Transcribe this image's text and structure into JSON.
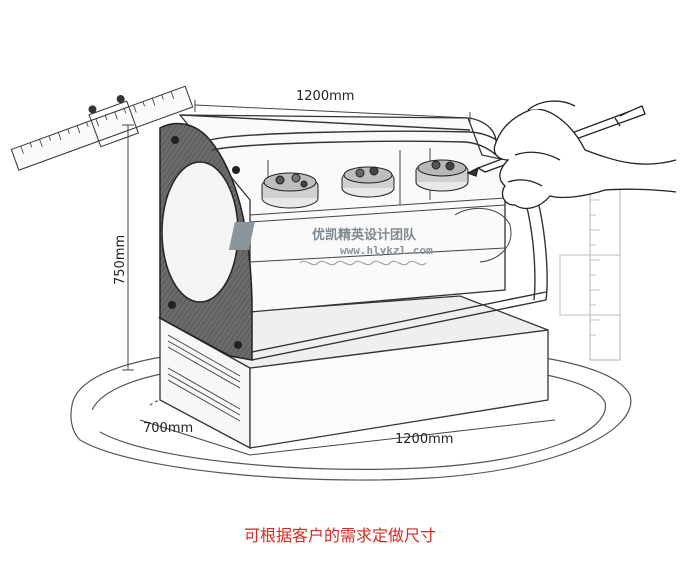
{
  "dimensions": {
    "top_width": "1200mm",
    "height": "750mm",
    "depth": "700mm",
    "bottom_width": "1200mm"
  },
  "watermark": {
    "brand": "优凯精英设计团队",
    "url": "www.hlykzl.com"
  },
  "caption": "可根据客户的需求定做尺寸",
  "colors": {
    "caption": "#d42a1f",
    "line": "#333333",
    "watermark": "#7f8a90"
  }
}
